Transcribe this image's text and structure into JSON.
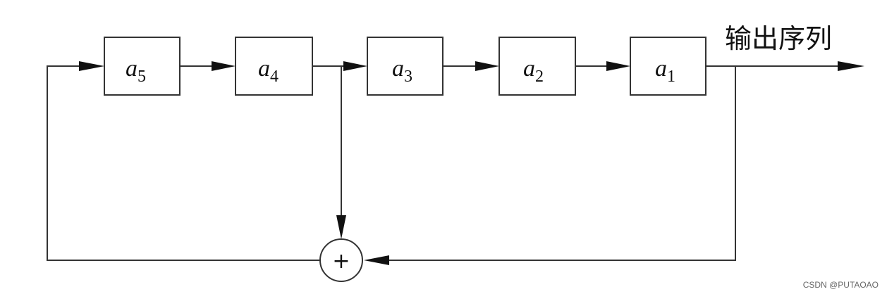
{
  "registers": [
    {
      "var": "a",
      "sub": "5"
    },
    {
      "var": "a",
      "sub": "4"
    },
    {
      "var": "a",
      "sub": "3"
    },
    {
      "var": "a",
      "sub": "2"
    },
    {
      "var": "a",
      "sub": "1"
    }
  ],
  "output_label": "输出序列",
  "xor_symbol": "+",
  "watermark": "CSDN @PUTAOAO"
}
